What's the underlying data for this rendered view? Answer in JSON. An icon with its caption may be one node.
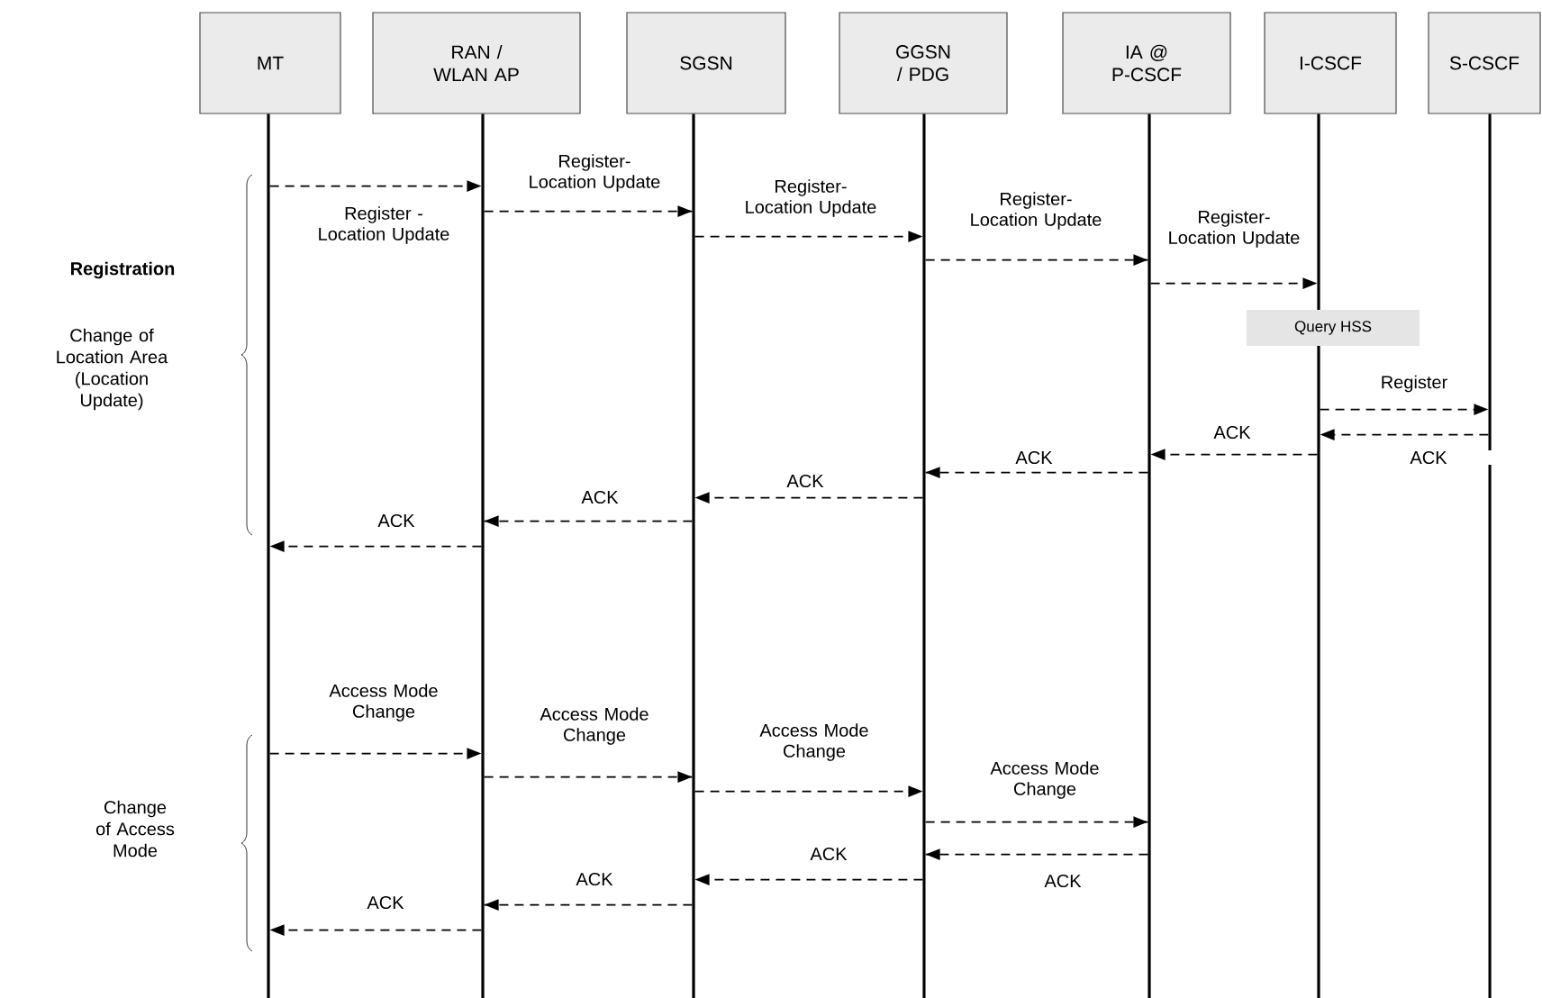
{
  "diagram": {
    "nodes": [
      {
        "text": [
          "MT"
        ]
      },
      {
        "text": [
          "RAN / WLAN AP"
        ]
      },
      {
        "text": [
          "SGSN"
        ]
      },
      {
        "text": [
          "GGSN / PDG"
        ]
      },
      {
        "text": [
          "IA @ P-CSCF"
        ]
      },
      {
        "text": [
          "I-CSCF"
        ]
      },
      {
        "text": [
          "S-CSCF"
        ]
      },
      {
        "text": [
          "Query HSS"
        ]
      }
    ],
    "edges": [
      {
        "from": 0,
        "to": 1,
        "arrow": "to",
        "style": "dashed",
        "label": "Register - Location Update"
      },
      {
        "from": 1,
        "to": 2,
        "arrow": "to",
        "style": "dashed",
        "label": "Register- Location Update"
      },
      {
        "from": 2,
        "to": 3,
        "arrow": "to",
        "style": "dashed",
        "label": "Register- Location Update"
      },
      {
        "from": 3,
        "to": 4,
        "arrow": "to",
        "style": "dashed",
        "label": "Register- Location Update"
      },
      {
        "from": 4,
        "to": 5,
        "arrow": "to",
        "style": "dashed",
        "label": "Register- Location Update"
      },
      {
        "from": 5,
        "to": 6,
        "arrow": "to",
        "style": "dashed",
        "label": "Register"
      },
      {
        "from": 6,
        "to": 5,
        "arrow": "to",
        "style": "dashed",
        "label": "ACK"
      },
      {
        "from": 5,
        "to": 4,
        "arrow": "to",
        "style": "dashed",
        "label": "ACK"
      },
      {
        "from": 4,
        "to": 3,
        "arrow": "to",
        "style": "dashed",
        "label": "ACK"
      },
      {
        "from": 3,
        "to": 2,
        "arrow": "to",
        "style": "dashed",
        "label": "ACK"
      },
      {
        "from": 2,
        "to": 1,
        "arrow": "to",
        "style": "dashed",
        "label": "ACK"
      },
      {
        "from": 1,
        "to": 0,
        "arrow": "to",
        "style": "dashed",
        "label": "ACK"
      },
      {
        "from": 0,
        "to": 1,
        "arrow": "to",
        "style": "dashed",
        "label": "Access Mode Change"
      },
      {
        "from": 1,
        "to": 2,
        "arrow": "to",
        "style": "dashed",
        "label": "Access Mode Change"
      },
      {
        "from": 2,
        "to": 3,
        "arrow": "to",
        "style": "dashed",
        "label": "Access Mode Change"
      },
      {
        "from": 3,
        "to": 4,
        "arrow": "to",
        "style": "dashed",
        "label": "Access Mode Change"
      },
      {
        "from": 4,
        "to": 3,
        "arrow": "to",
        "style": "dashed",
        "label": "ACK"
      },
      {
        "from": 3,
        "to": 2,
        "arrow": "to",
        "style": "dashed",
        "label": "ACK"
      },
      {
        "from": 2,
        "to": 1,
        "arrow": "to",
        "style": "dashed",
        "label": "ACK"
      },
      {
        "from": 1,
        "to": 0,
        "arrow": "to",
        "style": "dashed",
        "label": "ACK"
      }
    ],
    "labels": [
      "Registration",
      "Change of Location Area (Location Update)",
      "Change of Access Mode"
    ]
  }
}
